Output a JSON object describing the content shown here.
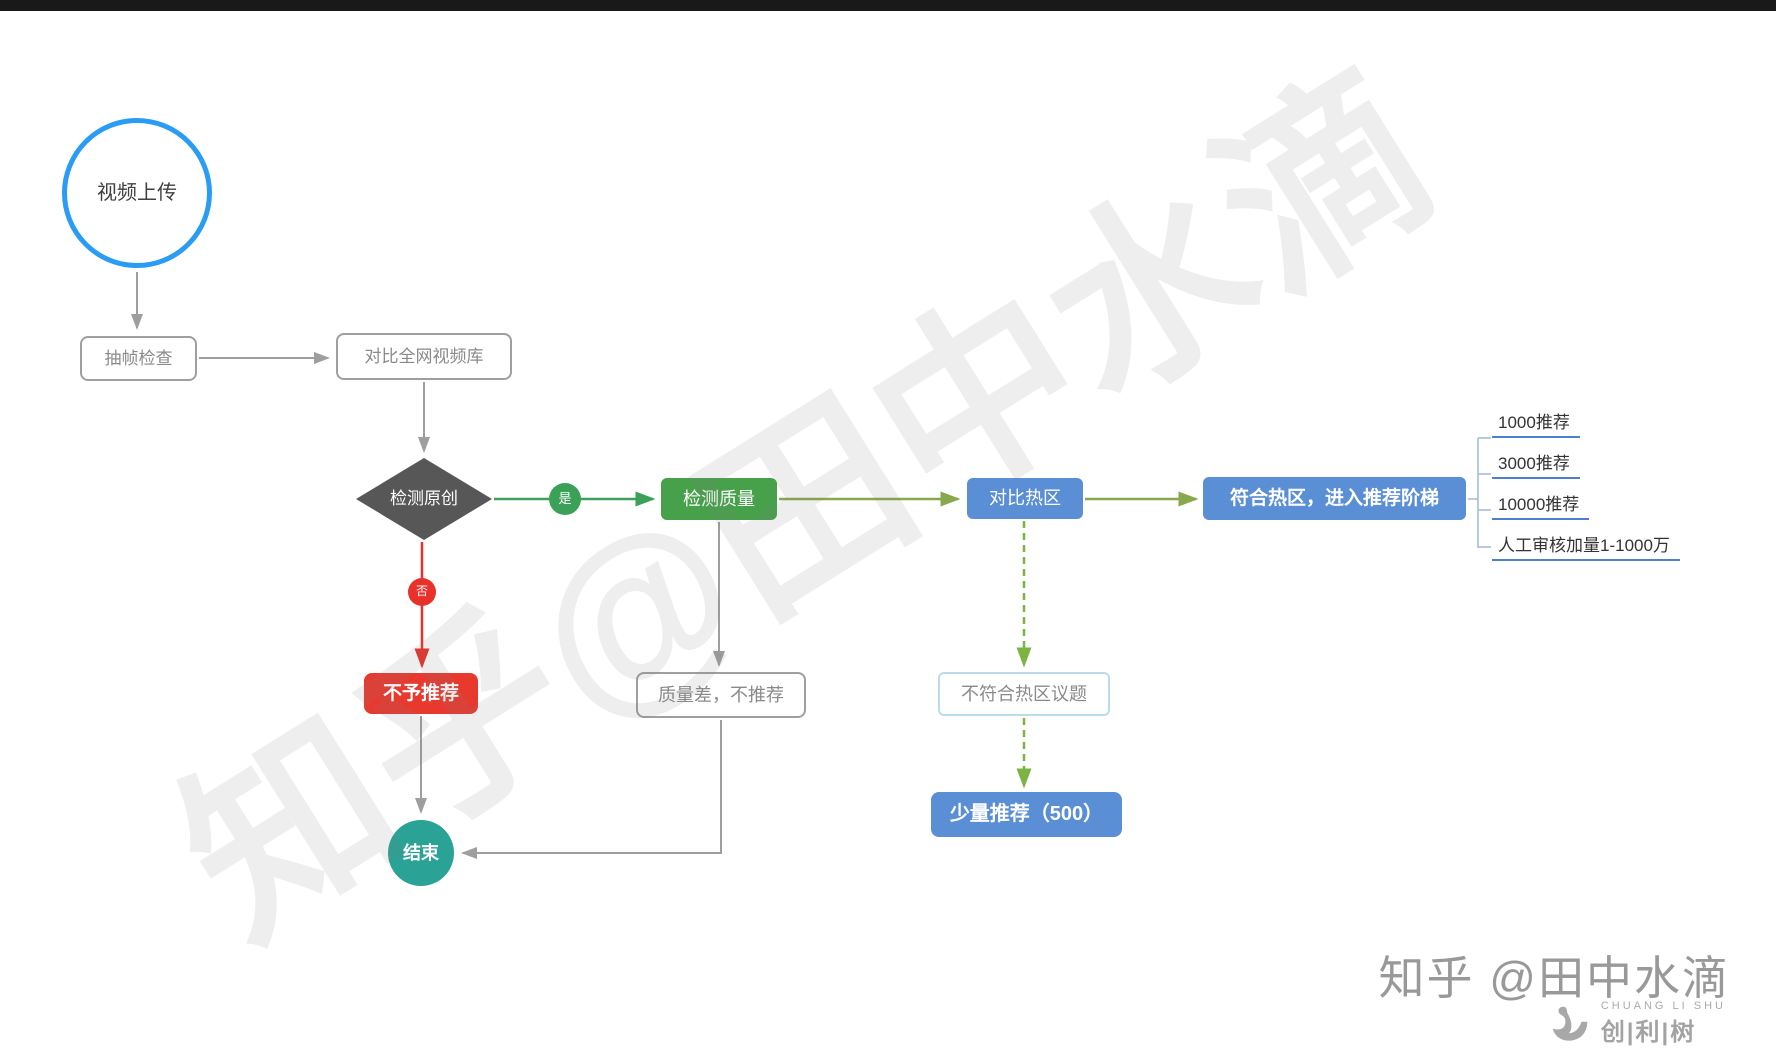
{
  "canvas": {
    "background": "#ffffff",
    "top_bar_color": "#191919"
  },
  "nodes": {
    "start": {
      "label": "视频上传"
    },
    "frame_check": {
      "label": "抽帧检查"
    },
    "compare_library": {
      "label": "对比全网视频库"
    },
    "detect_original": {
      "label": "检测原创"
    },
    "yes": {
      "label": "是"
    },
    "no": {
      "label": "否"
    },
    "check_quality": {
      "label": "检测质量"
    },
    "compare_hotzone": {
      "label": "对比热区"
    },
    "enter_ladder": {
      "label": "符合热区，进入推荐阶梯"
    },
    "no_recommend": {
      "label": "不予推荐"
    },
    "poor_quality": {
      "label": "质量差，不推荐"
    },
    "not_hotzone": {
      "label": "不符合热区议题"
    },
    "small_recommend": {
      "label": "少量推荐（500）"
    },
    "end": {
      "label": "结束"
    }
  },
  "ladder": {
    "items": [
      {
        "label": "1000推荐"
      },
      {
        "label": "3000推荐"
      },
      {
        "label": "10000推荐"
      },
      {
        "label": "人工审核加量1-1000万"
      }
    ]
  },
  "watermark": {
    "diagonal_text": "知乎@田中水滴",
    "footer_text": "知乎 @田中水滴",
    "logo_en": "CHUANG LI SHU",
    "logo_cn": "创|利|树"
  },
  "colors": {
    "start_circle_border": "#2b9cf3",
    "gray_node_border": "#9f9f9f",
    "diamond_fill": "#575757",
    "green_node": "#47a14b",
    "yes_badge": "#3ca158",
    "no_badge": "#e8312a",
    "red_node": "#e8392f",
    "teal_end": "#2aa295",
    "blue_node": "#5a8ed5",
    "ladder_underline": "#4d7fd0",
    "arrow_gray": "#9e9e9e",
    "arrow_green": "#3ca158",
    "arrow_olive": "#87a84c",
    "arrow_dashed_green": "#7cb342",
    "arrow_red": "#e8312a"
  }
}
